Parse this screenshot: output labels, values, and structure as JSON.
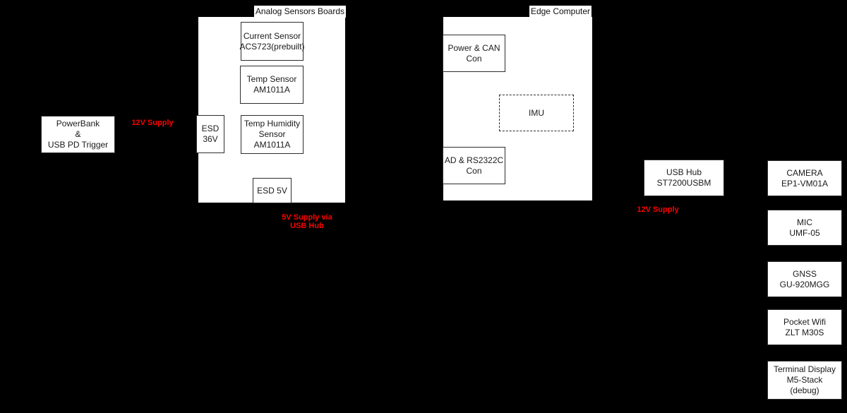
{
  "diagram": {
    "colors": {
      "background": "#000000",
      "node_fill": "#ffffff",
      "node_border": "#000000",
      "node_text": "#1a1a1a",
      "supply_text": "#ff0000"
    },
    "groups": {
      "analog": {
        "title": "Analog Sensors Boards"
      },
      "edge": {
        "title": "Edge Computer"
      }
    },
    "nodes": {
      "powerbank": {
        "label": "PowerBank\n&\nUSB PD Trigger"
      },
      "current_sensor": {
        "label": "Current Sensor\nACS723(prebuilt)"
      },
      "temp_sensor": {
        "label": "Temp Sensor\nAM1011A"
      },
      "esd_36v": {
        "label": "ESD\n36V"
      },
      "temp_humidity_sensor": {
        "label": "Temp Humidity\nSensor\nAM1011A"
      },
      "esd_5v": {
        "label": "ESD 5V"
      },
      "power_can_con": {
        "label": "Power & CAN\nCon"
      },
      "imu": {
        "label": "IMU"
      },
      "ad_rs2322c_con": {
        "label": "AD & RS2322C\nCon"
      },
      "usb_hub": {
        "label": "USB Hub\nST7200USBM"
      },
      "camera": {
        "label": "CAMERA\nEP1-VM01A"
      },
      "mic": {
        "label": "MIC\nUMF-05"
      },
      "gnss": {
        "label": "GNSS\nGU-920MGG"
      },
      "pocket_wifi": {
        "label": "Pocket Wifi\nZLT M30S"
      },
      "terminal_display": {
        "label": "Terminal Display\nM5-Stack\n(debug)"
      }
    },
    "supply_labels": {
      "left_12v": "12V Supply",
      "usb_5v": "5V Supply via\nUSB Hub",
      "right_12v": "12V Supply"
    }
  }
}
